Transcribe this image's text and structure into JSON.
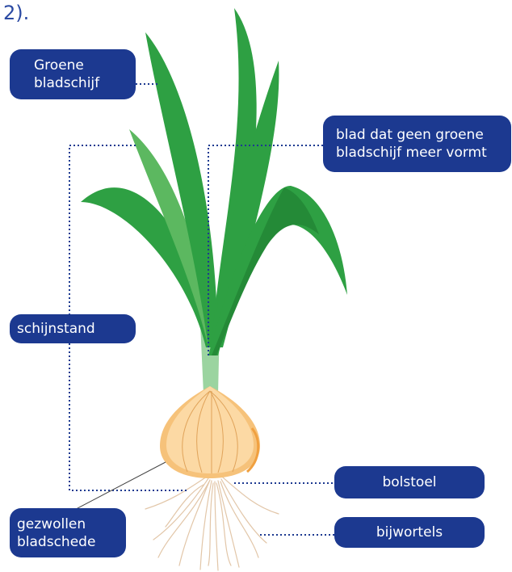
{
  "header": {
    "text": "2)."
  },
  "labels": {
    "groene_bladschijf": [
      "Groene",
      "bladschijf"
    ],
    "blad_geen_groene": [
      "blad dat geen groene",
      "bladschijf meer vormt"
    ],
    "schijnstand": "schijnstand",
    "bolstoel": "bolstoel",
    "gezwollen_bladschede": [
      "gezwollen",
      "bladschede"
    ],
    "bijwortels": "bijwortels"
  },
  "colors": {
    "label_bg": "#1c3990",
    "leader_line": "#1c3990",
    "leaf_green": "#2ea043",
    "leaf_dark": "#248a37",
    "leaf_light": "#5cb860",
    "stem": "#9bd4a0",
    "bulb": "#f6c27a",
    "roots": "#e2c6a8"
  }
}
